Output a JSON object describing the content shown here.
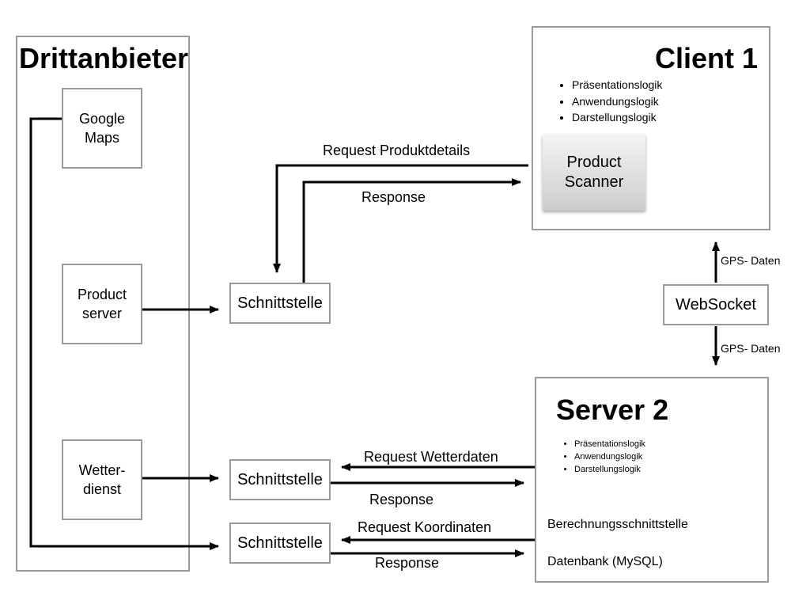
{
  "drittanbieter": {
    "title": "Drittanbieter",
    "google_maps": "Google\nMaps",
    "product_server": "Product\nserver",
    "wetterdienst": "Wetter-\ndienst"
  },
  "client": {
    "title": "Client 1",
    "bullets": [
      "Präsentationslogik",
      "Anwendungslogik",
      "Darstellungslogik"
    ],
    "scanner": "Product\nScanner"
  },
  "server": {
    "title": "Server 2",
    "bullets": [
      "Präsentationslogik",
      "Anwendungslogik",
      "Darstellungslogik"
    ],
    "berechnung": "Berechnungsschnittstelle",
    "datenbank": "Datenbank (MySQL)"
  },
  "websocket": "WebSocket",
  "schnittstelle": "Schnittstelle",
  "labels": {
    "request_produktdetails": "Request Produktdetails",
    "response": "Response",
    "gps_daten": "GPS- Daten",
    "request_wetterdaten": "Request Wetterdaten",
    "request_koordinaten": "Request Koordinaten"
  }
}
